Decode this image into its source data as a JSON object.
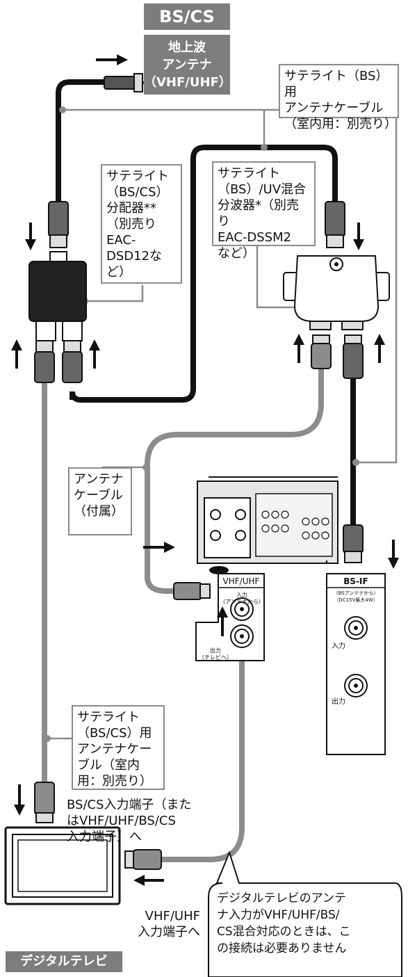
{
  "labels": {
    "bscs_box": "BS/CS",
    "terrestrial_box": "地上波\nアンテナ\n（VHF/UHF）",
    "sat_bs_cable": "サテライト（BS）用\nアンテナケーブル\n（室内用：別売り）",
    "splitter": "サテライト\n（BS/CS）\n分配器**\n（別売り\nEAC-\nDSD12な\nど）",
    "mixer": "サテライト\n（BS）/UV混合\n分波器*（別売り\nEAC-DSSM2\nなど）",
    "antenna_cable": "アンテナ\nケーブル\n（付属）",
    "sat_bscs_cable": "サテライト\n（BS/CS）用\nアンテナケー\nブル（室内\n用：別売り）",
    "tv_bscs_input": "BS/CS入力端子（また\nはVHF/UHF/BS/CS\n入力端子）へ",
    "tv_vhf_input": "VHF/UHF\n入力端子へ",
    "digital_tv": "デジタルテレビ",
    "note": "デジタルテレビのアンテ\nナ入力がVHF/UHF/BS/\nCS混合対応のときは、こ\nの接続は必要ありません"
  },
  "panel_vhf": {
    "title": "VHF/UHF",
    "input": "入力\n（アンテナから）",
    "output": "出力\n（テレビへ）"
  },
  "panel_bsif": {
    "title": "BS-IF",
    "sub": "（BSアンテナから）\n（DC15V最大4W）",
    "input": "入力",
    "output": "出力"
  },
  "colors": {
    "label_box_bg": "#7d7d7d",
    "cable_black": "#111111",
    "cable_gray": "#8c8c8c",
    "leader_line": "#8a8a8a"
  }
}
